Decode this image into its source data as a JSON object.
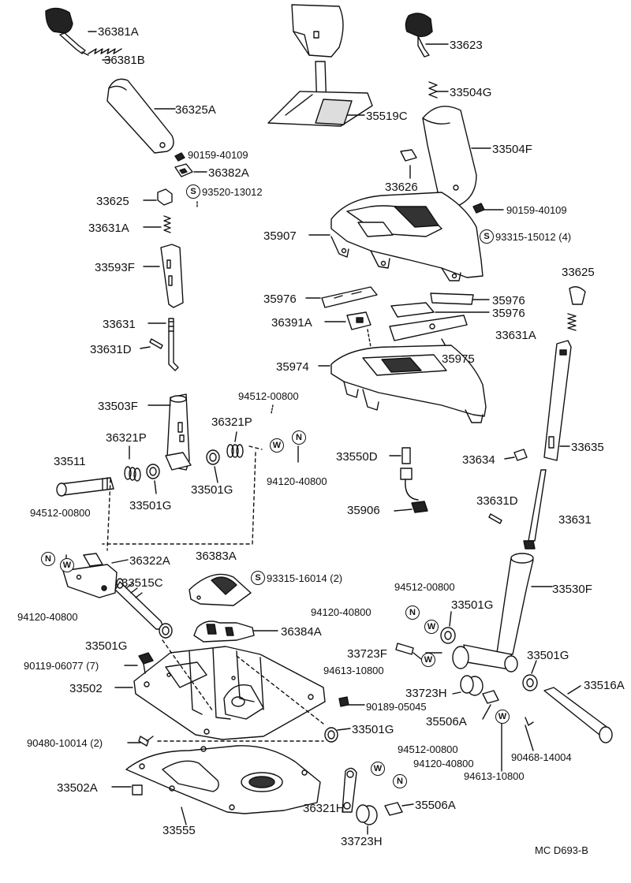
{
  "diagram": {
    "reference": "MC D693-B",
    "labels": {
      "l36381A": "36381A",
      "l36381B": "36381B",
      "l36325A": "36325A",
      "l90159_a": "90159-40109",
      "l36382A": "36382A",
      "l93520": "93520-13012",
      "l33625_a": "33625",
      "l33631A_a": "33631A",
      "l33593F": "33593F",
      "l33631_a": "33631",
      "l33631D_a": "33631D",
      "l35519C": "35519C",
      "l33623": "33623",
      "l33504G": "33504G",
      "l33504F": "33504F",
      "l33626": "33626",
      "l90159_b": "90159-40109",
      "l35907": "35907",
      "l93315a": "93315-15012 (4)",
      "l35976_a": "35976",
      "l35976_b": "35976",
      "l35976_c": "35976",
      "l36391A": "36391A",
      "l35975": "35975",
      "l35974": "35974",
      "l33625_b": "33625",
      "l33631A_b": "33631A",
      "l33635": "33635",
      "l33634": "33634",
      "l33631D_b": "33631D",
      "l33631_b": "33631",
      "l33530F": "33530F",
      "l33503F": "33503F",
      "l94512_a": "94512-00800",
      "l36321P_a": "36321P",
      "l36321P_b": "36321P",
      "l33511": "33511",
      "l33501G_a": "33501G",
      "l33501G_b": "33501G",
      "l94120_a": "94120-40800",
      "l33550D": "33550D",
      "l35906": "35906",
      "l94512_b": "94512-00800",
      "l94120_b": "94120-40800",
      "l36322A": "36322A",
      "l33515C": "33515C",
      "l36383A": "36383A",
      "l93315b": "93315-16014 (2)",
      "l94512_c": "94512-00800",
      "l94120_c": "94120-40800",
      "l33501G_c": "33501G",
      "l33501G_d": "33501G",
      "l36384A": "36384A",
      "l90119": "90119-06077 (7)",
      "l33723F": "33723F",
      "l94613_a": "94613-10800",
      "l33502": "33502",
      "l33723H_a": "33723H",
      "l90189": "90189-05045",
      "l35506A_a": "35506A",
      "l33501G_e": "33501G",
      "l33501G_f": "33501G",
      "l33516A": "33516A",
      "l90480": "90480-10014 (2)",
      "l94512_d": "94512-00800",
      "l94120_d": "94120-40800",
      "l90468": "90468-14004",
      "l94613_b": "94613-10800",
      "l33502A": "33502A",
      "l36321H": "36321H",
      "l35506A_b": "35506A",
      "l33555": "33555",
      "l33723H_b": "33723H"
    },
    "badges": {
      "S": "S",
      "N": "N",
      "W": "W"
    }
  }
}
